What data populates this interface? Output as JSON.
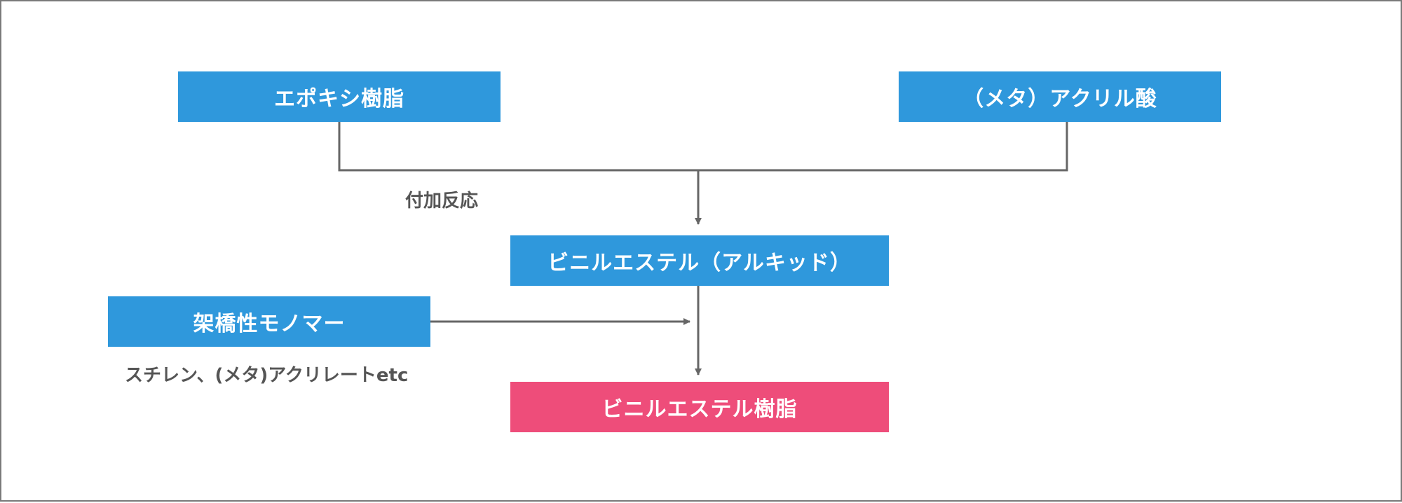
{
  "colors": {
    "accent": "#2f98dc",
    "result": "#ee4d7a",
    "line": "#666666",
    "label": "#555555",
    "frame": "#7a7a7a"
  },
  "nodes": {
    "epoxy": "エポキシ樹脂",
    "acrylic_acid": "（メタ）アクリル酸",
    "vinyl_ester_alkyd": "ビニルエステル（アルキッド）",
    "crosslink_monomer": "架橋性モノマー",
    "vinyl_ester_resin": "ビニルエステル樹脂"
  },
  "labels": {
    "addition_reaction": "付加反応",
    "monomer_examples": "スチレン、(メタ)アクリレートetc"
  }
}
